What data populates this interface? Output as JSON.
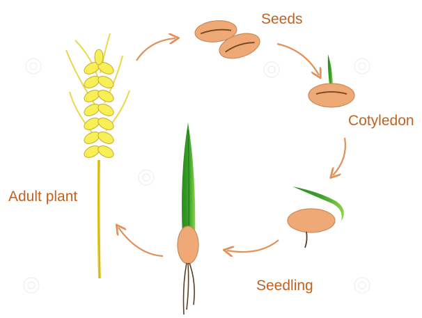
{
  "stages": {
    "seeds": "Seeds",
    "cotyledon": "Cotyledon",
    "seedling": "Seedling",
    "adult_plant": "Adult plant"
  },
  "colors": {
    "label": "#c2621f",
    "arrow": "#e0915a",
    "seed_fill": "#efa976",
    "seed_outline": "#c98a55",
    "leaf_dark": "#2a8c1c",
    "leaf_light": "#8bd34a",
    "wheat_fill": "#f7ef56",
    "wheat_outline": "#c8a92a",
    "root": "#5a3d24"
  },
  "icons": {
    "seed": "wheat-seed-icon",
    "plant": "wheat-ear-icon",
    "arrow": "curved-arrow-icon"
  }
}
